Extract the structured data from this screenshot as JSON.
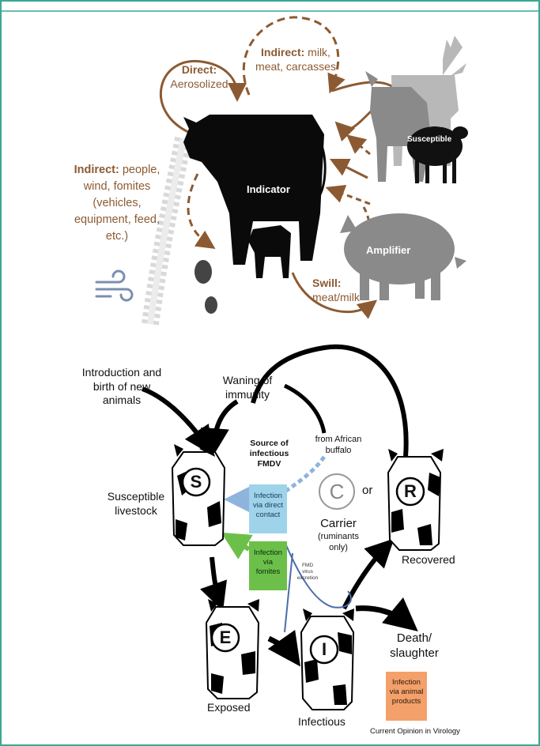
{
  "top_panel": {
    "direct": {
      "bold": "Direct:",
      "text": "Aerosolized"
    },
    "indirect_milk": {
      "bold": "Indirect:",
      "line1": " milk,",
      "line2": "meat, carcasses"
    },
    "indirect_people": {
      "bold": "Indirect:",
      "line1": " people,",
      "line2": "wind, fomites",
      "line3": "(vehicles,",
      "line4": "equipment, feed,",
      "line5": "etc.)"
    },
    "indicator": "Indicator",
    "susceptible": "Susceptible",
    "amplifier": "Amplifier",
    "swill": {
      "bold": "Swill:",
      "text": "meat/milk"
    }
  },
  "bottom_panel": {
    "introduction": [
      "Introduction and",
      "birth of new",
      "animals"
    ],
    "waning": [
      "Waning of",
      "immunity"
    ],
    "source": [
      "Source of",
      "infectious",
      "FMDV"
    ],
    "african_buffalo": [
      "from African",
      "buffalo"
    ],
    "susceptible_livestock": [
      "Susceptible",
      "livestock"
    ],
    "infection_direct": [
      "Infection",
      "via direct",
      "contact"
    ],
    "infection_fomites": [
      "Infection",
      "via",
      "fomites"
    ],
    "carrier": [
      "Carrier",
      "(ruminants",
      "only)"
    ],
    "or": "or",
    "recovered": "Recovered",
    "fmd_excretion": [
      "FMD",
      "virus",
      "excretion"
    ],
    "death": [
      "Death/",
      "slaughter"
    ],
    "infection_products": [
      "Infection",
      "via animal",
      "products"
    ],
    "exposed": "Exposed",
    "infectious": "Infectious",
    "letters": {
      "s": "S",
      "e": "E",
      "i": "I",
      "c": "C",
      "r": "R"
    },
    "credit": "Current Opinion in Virology"
  },
  "colors": {
    "frame": "#3aa893",
    "brown": "#8c5a32",
    "blue_box": "#9fd3ea",
    "green_box": "#6cc04a",
    "orange_box": "#f4a06a",
    "blue_arrow": "#8fb4dc",
    "green_arrow": "#6cc04a"
  },
  "icons": [
    "cow-silhouette",
    "calf-silhouette",
    "deer-silhouette",
    "goat-silhouette",
    "sheep-silhouette",
    "pig-silhouette",
    "wind-icon",
    "tire-track-icon",
    "shoe-print-icon",
    "holstein-cow-icon"
  ]
}
